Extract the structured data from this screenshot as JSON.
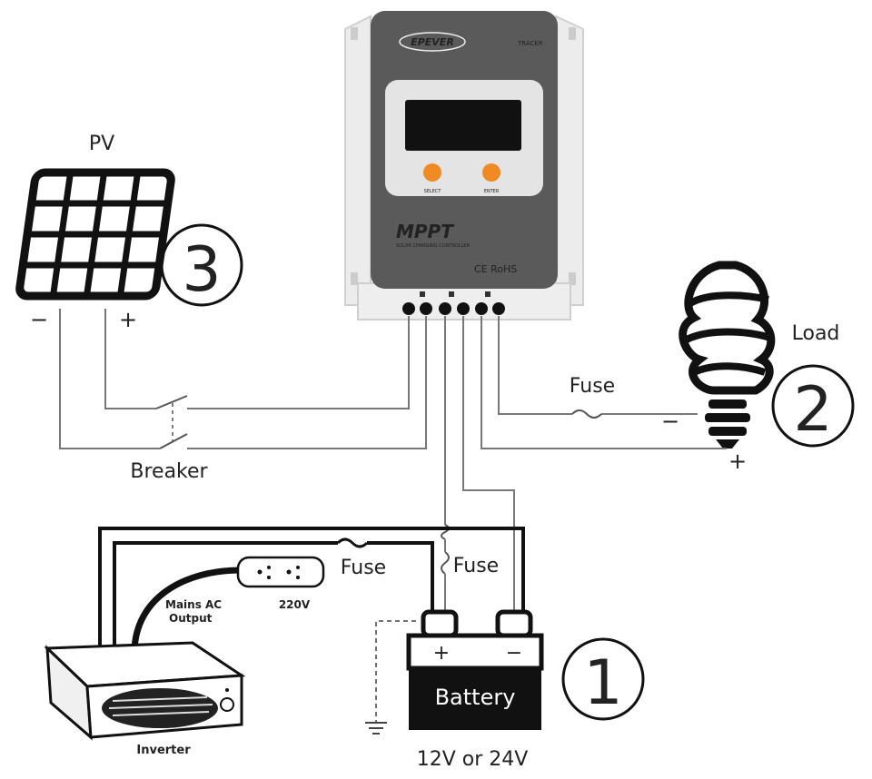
{
  "controller": {
    "brand": "EPEVER",
    "model": "TRACER",
    "button_left": "SELECT",
    "button_right": "ENTER",
    "mppt": "MPPT",
    "subtitle": "SOLAR CHARGING CONTROLLER",
    "cert": "CE RoHS"
  },
  "pv": {
    "label": "PV",
    "minus": "−",
    "plus": "+",
    "number": "3"
  },
  "breaker": {
    "label": "Breaker"
  },
  "load": {
    "label": "Load",
    "fuse": "Fuse",
    "minus": "−",
    "plus": "+",
    "number": "2"
  },
  "battery": {
    "label": "Battery",
    "plus": "+",
    "minus": "−",
    "voltage": "12V or 24V",
    "number": "1",
    "fuse": "Fuse"
  },
  "inverter": {
    "label": "Inverter",
    "mains": "Mains AC\nOutput",
    "socket": "220V",
    "fuse": "Fuse"
  },
  "colors": {
    "controller_gray": "#5a5a5a",
    "knob": "#f08a24",
    "housing": "#ececec"
  }
}
